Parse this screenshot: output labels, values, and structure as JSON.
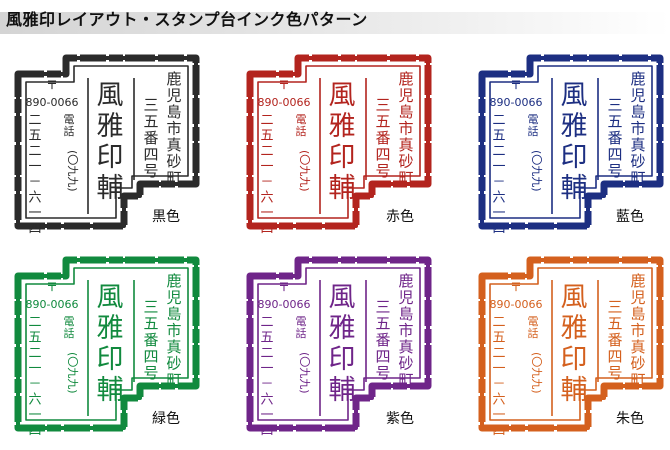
{
  "page_title": "風雅印レイアウト・スタンプ台インク色パターン",
  "stamp": {
    "postal_mark": "〒",
    "postal_code": "890-0066",
    "address_line1": "鹿児島市真砂町",
    "address_line2": "三五番四号",
    "shop_name": "風雅印輔",
    "tel_prefix": "電話",
    "tel_area": "(〇九九)",
    "tel_number": "二五二一－六一四"
  },
  "variants": [
    {
      "label": "黒色",
      "color": "#2b2b2b"
    },
    {
      "label": "赤色",
      "color": "#b3241e"
    },
    {
      "label": "藍色",
      "color": "#1d2f82"
    },
    {
      "label": "緑色",
      "color": "#118a3e"
    },
    {
      "label": "紫色",
      "color": "#6f2589"
    },
    {
      "label": "朱色",
      "color": "#d4601e"
    }
  ]
}
